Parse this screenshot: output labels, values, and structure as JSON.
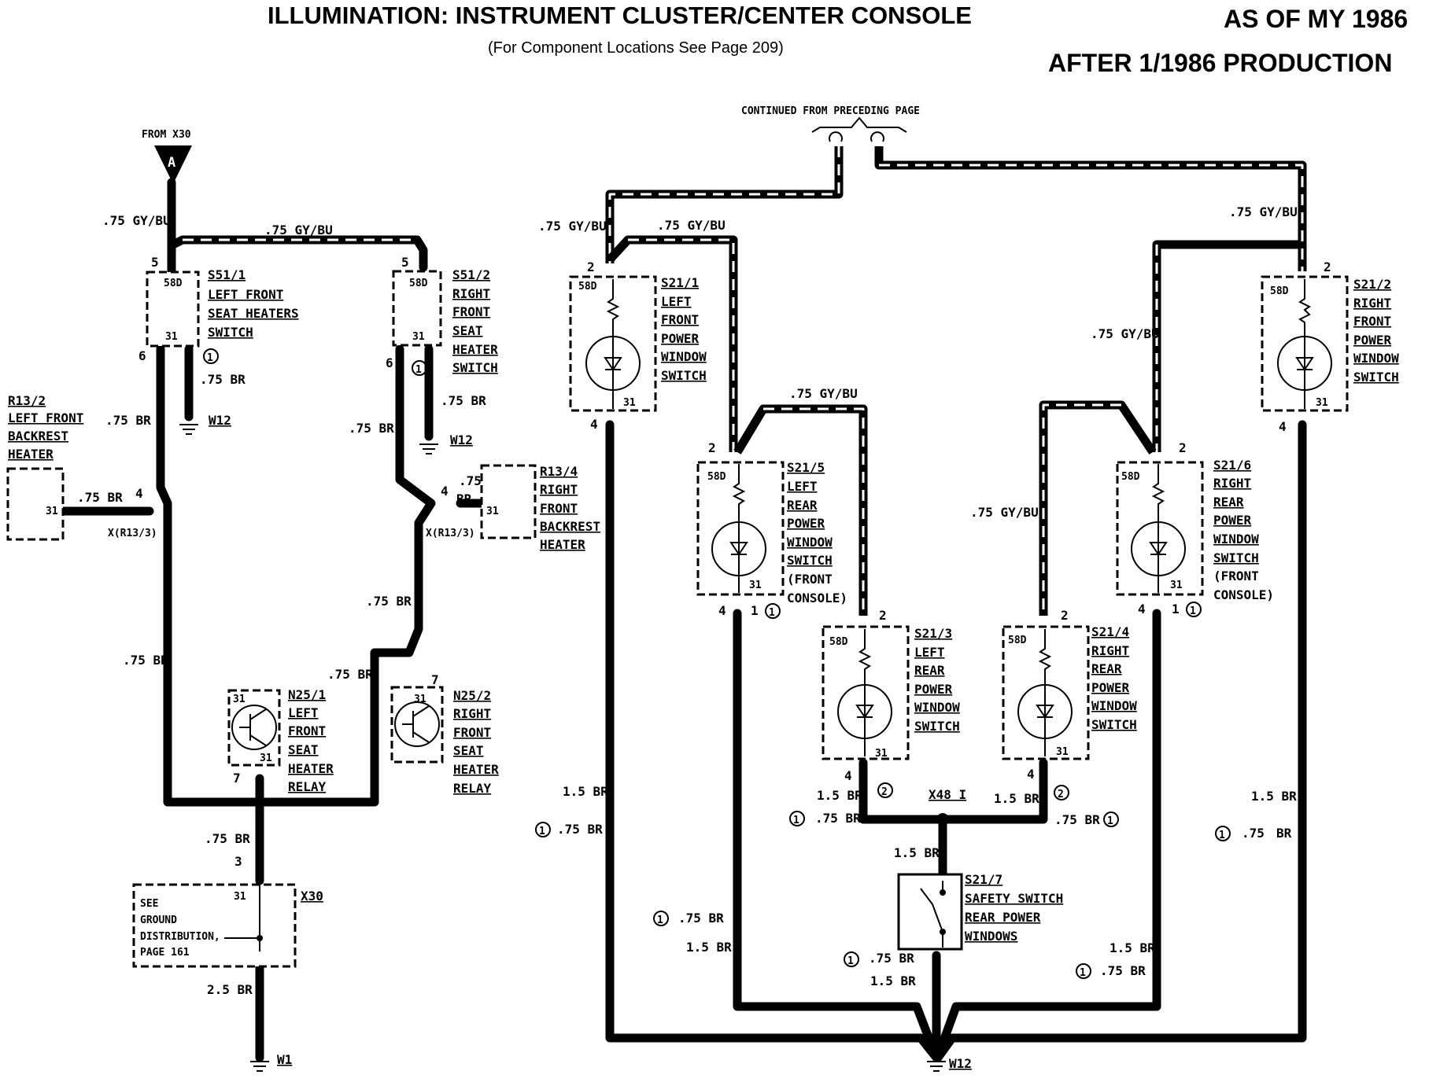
{
  "header": {
    "title": "ILLUMINATION: INSTRUMENT CLUSTER/CENTER CONSOLE",
    "subtitle": "(For Component Locations See Page 209)",
    "as_of": "AS OF MY 1986",
    "production": "AFTER 1/1986 PRODUCTION"
  },
  "labels": {
    "from_x30": "FROM X30",
    "connector_a": "A",
    "continued": "CONTINUED FROM PRECEDING PAGE",
    "gybu": ".75 GY/BU",
    "br075": ".75 BR",
    "br15": "1.5 BR",
    "br25": "2.5 BR",
    "br_a": ".75",
    "br_b": "BR",
    "note1": "1",
    "note2": "2",
    "pin2": "2",
    "pin3": "3",
    "pin4": "4",
    "pin5": "5",
    "pin6": "6",
    "pin7": "7",
    "pin1": "1",
    "p58d": "58D",
    "p31": "31",
    "xr13": "X(R13/3)",
    "w12": "W12",
    "w1": "W1",
    "x48": "X48 I",
    "x30": "X30"
  },
  "components": {
    "s51_1": {
      "id": "S51/1",
      "lines": [
        "LEFT FRONT",
        "SEAT HEATERS",
        "SWITCH"
      ]
    },
    "s51_2": {
      "id": "S51/2",
      "lines": [
        "RIGHT",
        "FRONT",
        "SEAT",
        "HEATER",
        "SWITCH"
      ]
    },
    "r13_2": {
      "id": "R13/2",
      "lines": [
        "LEFT FRONT",
        "BACKREST",
        "HEATER"
      ]
    },
    "r13_4": {
      "id": "R13/4",
      "lines": [
        "RIGHT",
        "FRONT",
        "BACKREST",
        "HEATER"
      ]
    },
    "n25_1": {
      "id": "N25/1",
      "lines": [
        "LEFT",
        "FRONT",
        "SEAT",
        "HEATER",
        "RELAY"
      ]
    },
    "n25_2": {
      "id": "N25/2",
      "lines": [
        "RIGHT",
        "FRONT",
        "SEAT",
        "HEATER",
        "RELAY"
      ]
    },
    "s21_1": {
      "id": "S21/1",
      "lines": [
        "LEFT",
        "FRONT",
        "POWER",
        "WINDOW",
        "SWITCH"
      ]
    },
    "s21_2": {
      "id": "S21/2",
      "lines": [
        "RIGHT",
        "FRONT",
        "POWER",
        "WINDOW",
        "SWITCH"
      ]
    },
    "s21_5": {
      "id": "S21/5",
      "lines": [
        "LEFT",
        "REAR",
        "POWER",
        "WINDOW",
        "SWITCH",
        "(FRONT",
        "CONSOLE)"
      ]
    },
    "s21_6": {
      "id": "S21/6",
      "lines": [
        "RIGHT",
        "REAR",
        "POWER",
        "WINDOW",
        "SWITCH",
        "(FRONT",
        "CONSOLE)"
      ]
    },
    "s21_3": {
      "id": "S21/3",
      "lines": [
        "LEFT",
        "REAR",
        "POWER",
        "WINDOW",
        "SWITCH"
      ]
    },
    "s21_4": {
      "id": "S21/4",
      "lines": [
        "RIGHT",
        "REAR",
        "POWER",
        "WINDOW",
        "SWITCH"
      ]
    },
    "s21_7": {
      "id": "S21/7",
      "lines": [
        "SAFETY SWITCH",
        "REAR POWER",
        "WINDOWS"
      ]
    },
    "x30_box": {
      "lines": [
        "SEE",
        "GROUND",
        "DISTRIBUTION,",
        "PAGE 161"
      ]
    }
  }
}
